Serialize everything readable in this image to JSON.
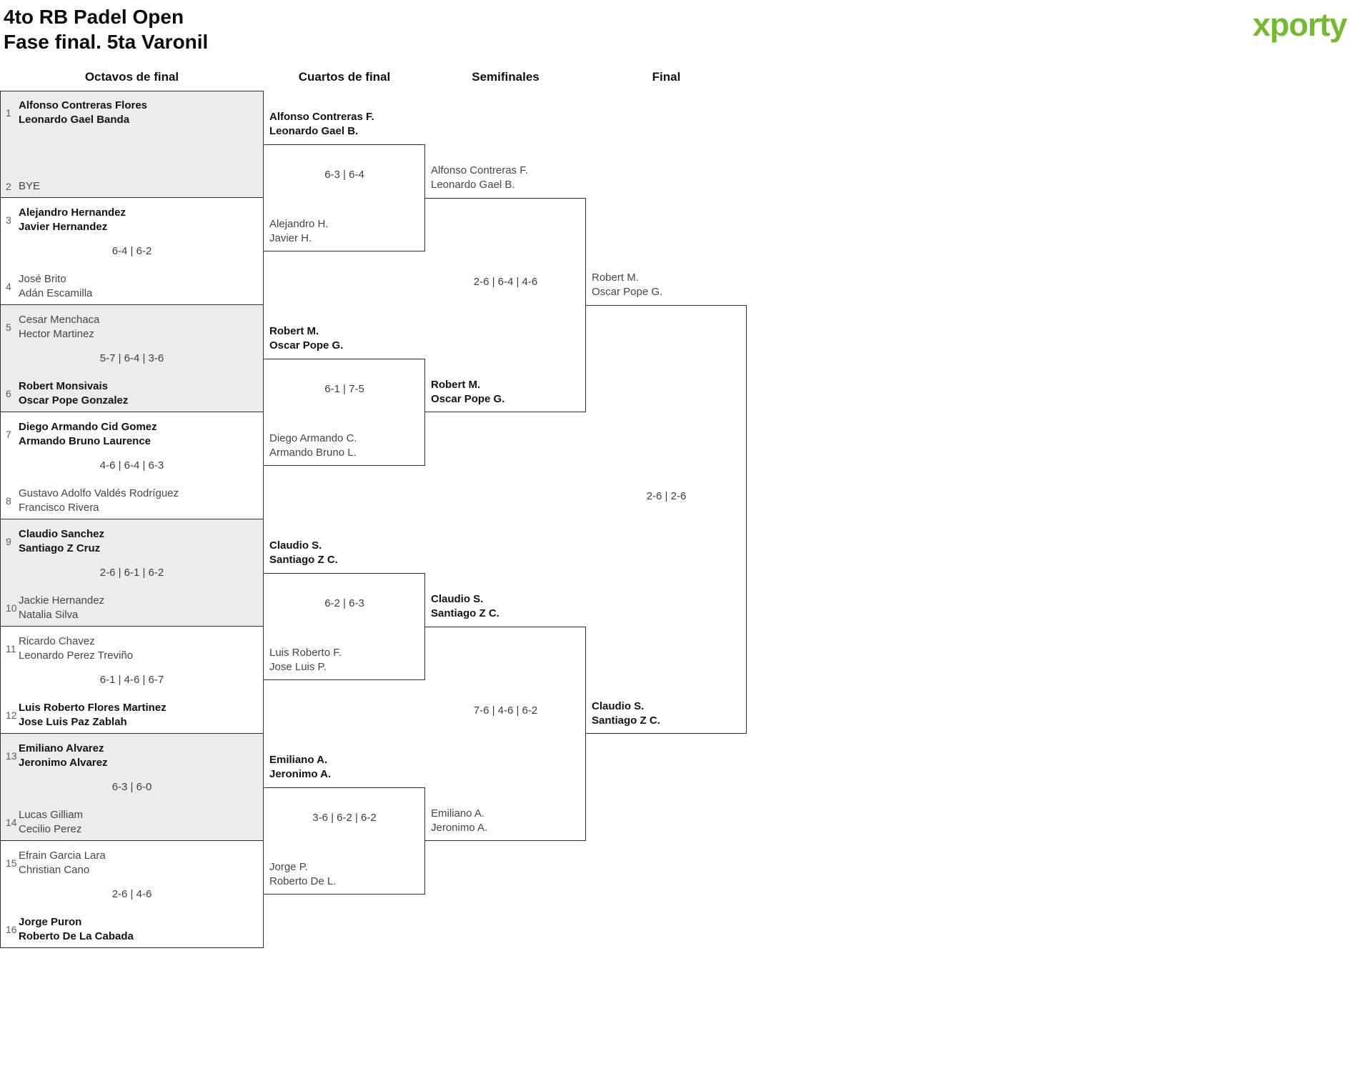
{
  "title": {
    "line1": "4to RB Padel Open",
    "line2": "Fase final. 5ta Varonil"
  },
  "logo": {
    "text": "xporty",
    "colors": {
      "green": "#76b82f",
      "blue": "#2fa8dd",
      "orange": "#ec7e18"
    }
  },
  "colors": {
    "bracket_border": "#2f2f2f",
    "box_shade": "#ececec",
    "box_white": "#ffffff",
    "winner_text": "#131313",
    "regular_text": "#454545",
    "score_text": "#3d3d3d",
    "seed_text": "#5a5a5a"
  },
  "rounds": [
    {
      "label": "Octavos de final",
      "matches": [
        {
          "score": "",
          "top": {
            "seed": "1",
            "name1": "Alfonso Contreras Flores",
            "name2": "Leonardo Gael Banda",
            "winner": true
          },
          "bottom": {
            "seed": "2",
            "name1": "BYE",
            "name2": null,
            "winner": false
          }
        },
        {
          "score": "6-4 | 6-2",
          "top": {
            "seed": "3",
            "name1": "Alejandro Hernandez",
            "name2": "Javier Hernandez",
            "winner": true
          },
          "bottom": {
            "seed": "4",
            "name1": "José Brito",
            "name2": "Adán Escamilla",
            "winner": false
          }
        },
        {
          "score": "5-7 | 6-4 | 3-6",
          "top": {
            "seed": "5",
            "name1": "Cesar Menchaca",
            "name2": "Hector Martinez",
            "winner": false
          },
          "bottom": {
            "seed": "6",
            "name1": "Robert Monsivais",
            "name2": "Oscar Pope Gonzalez",
            "winner": true
          }
        },
        {
          "score": "4-6 | 6-4 | 6-3",
          "top": {
            "seed": "7",
            "name1": "Diego Armando Cid Gomez",
            "name2": "Armando Bruno Laurence",
            "winner": true
          },
          "bottom": {
            "seed": "8",
            "name1": "Gustavo Adolfo Valdés Rodríguez",
            "name2": "Francisco Rivera",
            "winner": false
          }
        },
        {
          "score": "2-6 | 6-1 | 6-2",
          "top": {
            "seed": "9",
            "name1": "Claudio Sanchez",
            "name2": "Santiago Z Cruz",
            "winner": true
          },
          "bottom": {
            "seed": "10",
            "name1": "Jackie Hernandez",
            "name2": "Natalia Silva",
            "winner": false
          }
        },
        {
          "score": "6-1 | 4-6 | 6-7",
          "top": {
            "seed": "11",
            "name1": "Ricardo Chavez",
            "name2": "Leonardo Perez Treviño",
            "winner": false
          },
          "bottom": {
            "seed": "12",
            "name1": "Luis Roberto Flores Martinez",
            "name2": "Jose Luis Paz Zablah",
            "winner": true
          }
        },
        {
          "score": "6-3 | 6-0",
          "top": {
            "seed": "13",
            "name1": "Emiliano Alvarez",
            "name2": "Jeronimo Alvarez",
            "winner": true
          },
          "bottom": {
            "seed": "14",
            "name1": "Lucas Gilliam",
            "name2": "Cecilio Perez",
            "winner": false
          }
        },
        {
          "score": "2-6 | 4-6",
          "top": {
            "seed": "15",
            "name1": "Efrain Garcia Lara",
            "name2": "Christian Cano",
            "winner": false
          },
          "bottom": {
            "seed": "16",
            "name1": "Jorge Puron",
            "name2": "Roberto De La Cabada",
            "winner": true
          }
        }
      ]
    },
    {
      "label": "Cuartos de final",
      "matches": [
        {
          "score": "6-3 | 6-4",
          "top": {
            "name1": "Alfonso Contreras F.",
            "name2": "Leonardo Gael B.",
            "winner": true
          },
          "bottom": {
            "name1": "Alejandro H.",
            "name2": "Javier H.",
            "winner": false
          }
        },
        {
          "score": "6-1 | 7-5",
          "top": {
            "name1": "Robert M.",
            "name2": "Oscar Pope G.",
            "winner": true
          },
          "bottom": {
            "name1": "Diego Armando C.",
            "name2": "Armando Bruno L.",
            "winner": false
          }
        },
        {
          "score": "6-2 | 6-3",
          "top": {
            "name1": "Claudio S.",
            "name2": "Santiago Z C.",
            "winner": true
          },
          "bottom": {
            "name1": "Luis Roberto F.",
            "name2": "Jose Luis P.",
            "winner": false
          }
        },
        {
          "score": "3-6 | 6-2 | 6-2",
          "top": {
            "name1": "Emiliano A.",
            "name2": "Jeronimo A.",
            "winner": true
          },
          "bottom": {
            "name1": "Jorge P.",
            "name2": "Roberto De L.",
            "winner": false
          }
        }
      ]
    },
    {
      "label": "Semifinales",
      "matches": [
        {
          "score": "2-6 | 6-4 | 4-6",
          "top": {
            "name1": "Alfonso Contreras F.",
            "name2": "Leonardo Gael B.",
            "winner": false
          },
          "bottom": {
            "name1": "Robert M.",
            "name2": "Oscar Pope G.",
            "winner": true
          }
        },
        {
          "score": "7-6 | 4-6 | 6-2",
          "top": {
            "name1": "Claudio S.",
            "name2": "Santiago Z C.",
            "winner": true
          },
          "bottom": {
            "name1": "Emiliano A.",
            "name2": "Jeronimo A.",
            "winner": false
          }
        }
      ]
    },
    {
      "label": "Final",
      "matches": [
        {
          "score": "2-6 | 2-6",
          "top": {
            "name1": "Robert M.",
            "name2": "Oscar Pope G.",
            "winner": false
          },
          "bottom": {
            "name1": "Claudio S.",
            "name2": "Santiago Z C.",
            "winner": true
          }
        }
      ]
    }
  ]
}
